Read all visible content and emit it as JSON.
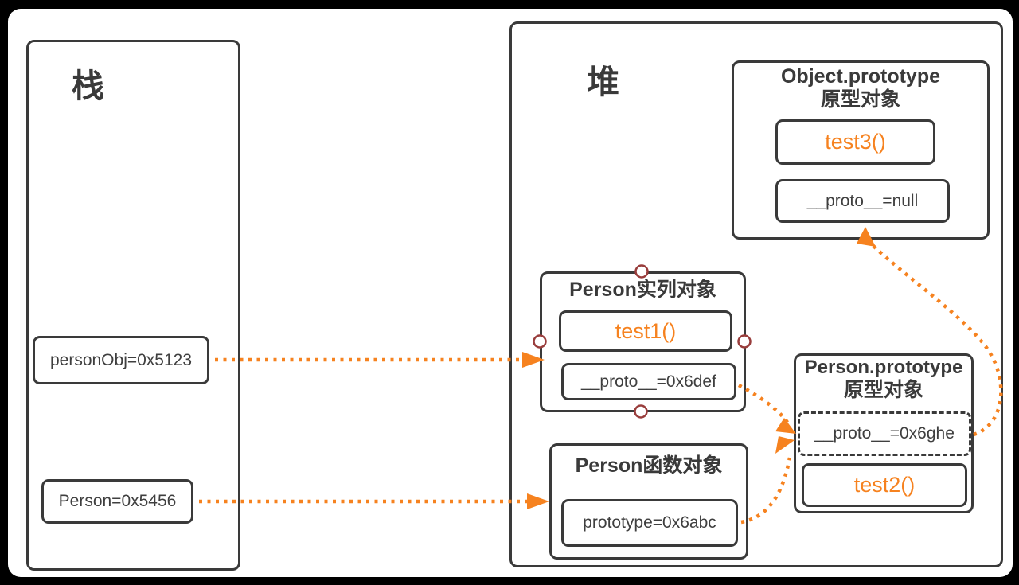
{
  "colors": {
    "accent": "#f6821f",
    "stroke": "#3a3a3a",
    "handle_ring": "#993d3c",
    "canvas_bg": "#ffffff",
    "frame_bg": "#000000"
  },
  "stack": {
    "title": "栈",
    "vars": [
      {
        "label": "personObj=0x5123"
      },
      {
        "label": "Person=0x5456"
      }
    ]
  },
  "heap": {
    "title": "堆",
    "object_prototype": {
      "title1": "Object.prototype",
      "title2": "原型对象",
      "members": [
        {
          "label": "test3()"
        },
        {
          "label": "__proto__=null"
        }
      ]
    },
    "person_instance": {
      "title": "Person实列对象",
      "members": [
        {
          "label": "test1()"
        },
        {
          "label": "__proto__=0x6def"
        }
      ]
    },
    "person_prototype": {
      "title1": "Person.prototype",
      "title2": "原型对象",
      "members": [
        {
          "label": "__proto__=0x6ghe"
        },
        {
          "label": "test2()"
        }
      ]
    },
    "person_function": {
      "title": "Person函数对象",
      "members": [
        {
          "label": "prototype=0x6abc"
        }
      ]
    }
  },
  "connectors": [
    {
      "name": "personObj-to-person-instance"
    },
    {
      "name": "person-to-person-function"
    },
    {
      "name": "proto-6def-to-person-prototype"
    },
    {
      "name": "prototype-6abc-to-person-prototype"
    },
    {
      "name": "person-prototype-to-object-prototype"
    }
  ]
}
